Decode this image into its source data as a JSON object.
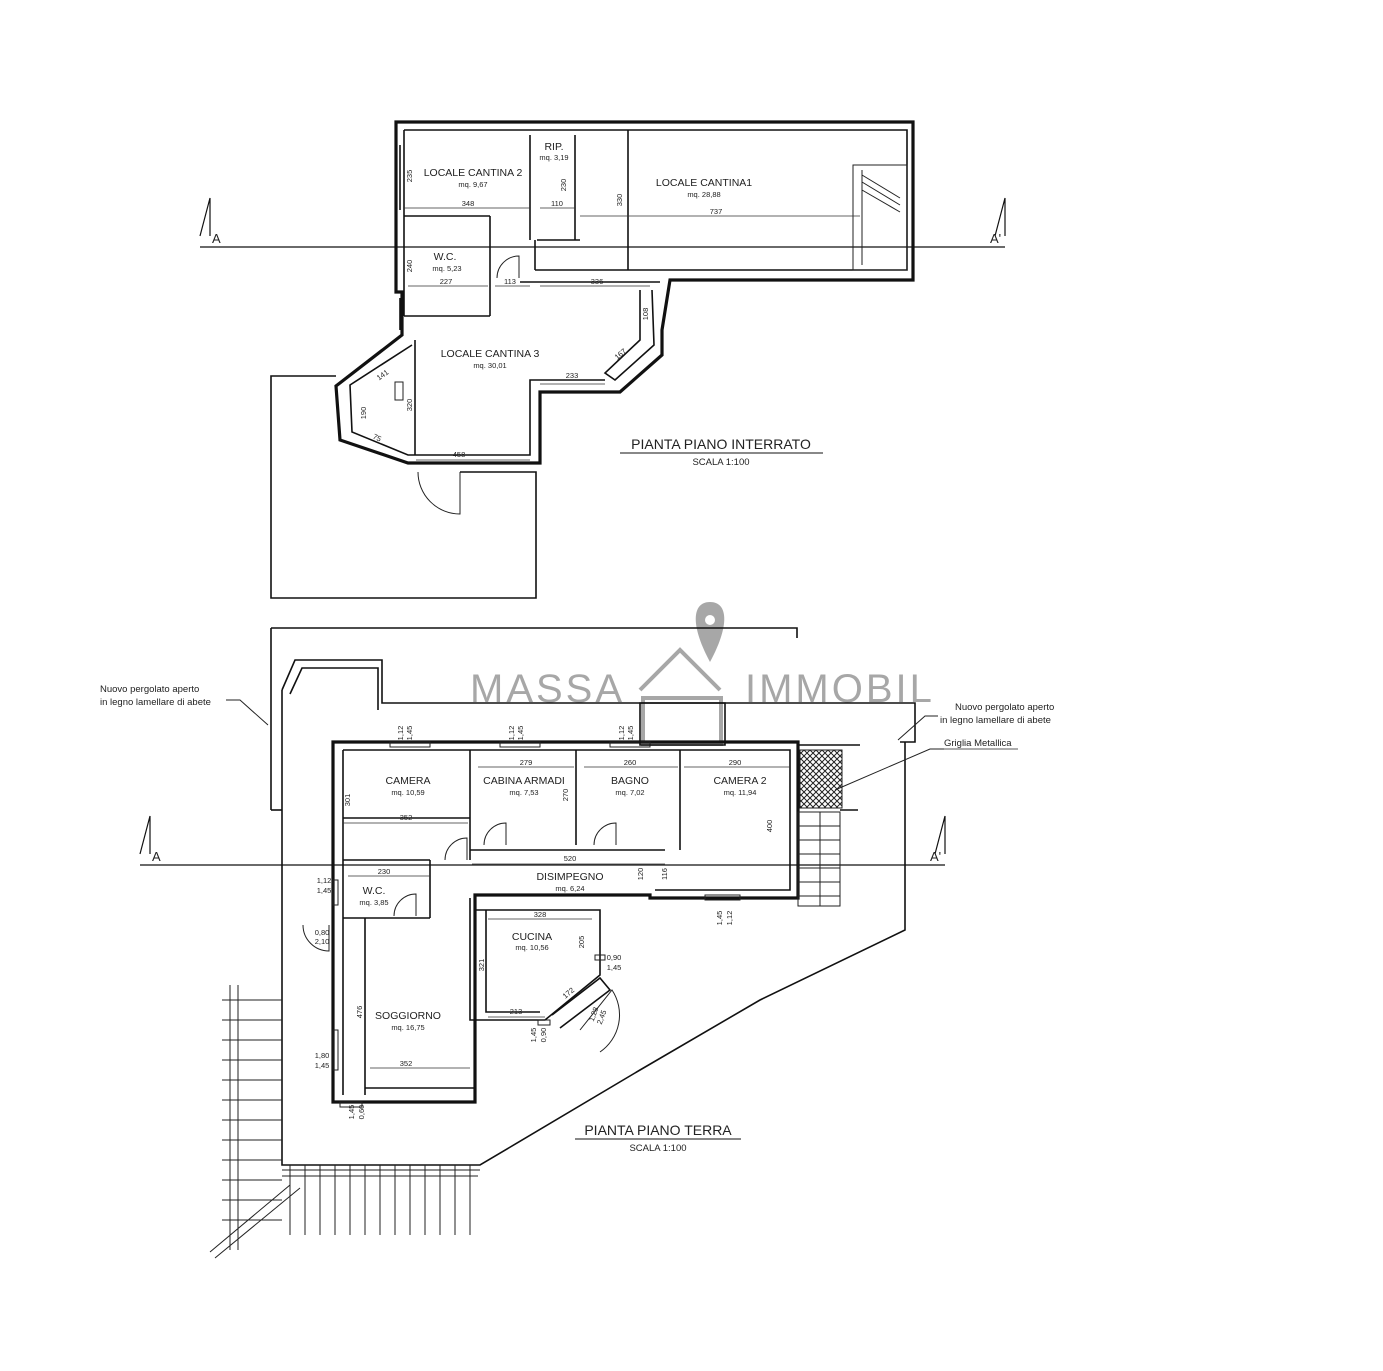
{
  "brand": {
    "name_left": "MASSA",
    "name_right": "IMMOBIL",
    "color": "#8a8a8a"
  },
  "section_marks": {
    "left": "A",
    "right": "A'"
  },
  "basement": {
    "title": "PIANTA PIANO INTERRATO",
    "scale": "SCALA 1:100",
    "rooms": [
      {
        "id": "cantina2",
        "name": "LOCALE CANTINA 2",
        "area": "mq. 9,67"
      },
      {
        "id": "rip",
        "name": "RIP.",
        "area": "mq. 3,19"
      },
      {
        "id": "cantina1",
        "name": "LOCALE CANTINA1",
        "area": "mq. 28,88"
      },
      {
        "id": "wc",
        "name": "W.C.",
        "area": "mq. 5,23"
      },
      {
        "id": "cantina3",
        "name": "LOCALE CANTINA 3",
        "area": "mq. 30,01"
      }
    ],
    "dimensions": [
      "348",
      "110",
      "737",
      "330",
      "230",
      "235",
      "240",
      "227",
      "113",
      "336",
      "108",
      "167",
      "233",
      "141",
      "190",
      "75",
      "320",
      "458"
    ]
  },
  "ground": {
    "title": "PIANTA PIANO TERRA",
    "scale": "SCALA 1:100",
    "rooms": [
      {
        "id": "camera",
        "name": "CAMERA",
        "area": "mq. 10,59"
      },
      {
        "id": "cabina",
        "name": "CABINA ARMADI",
        "area": "mq. 7,53"
      },
      {
        "id": "bagno",
        "name": "BAGNO",
        "area": "mq. 7,02"
      },
      {
        "id": "camera2",
        "name": "CAMERA 2",
        "area": "mq. 11,94"
      },
      {
        "id": "disimpegno",
        "name": "DISIMPEGNO",
        "area": "mq. 6,24"
      },
      {
        "id": "wc",
        "name": "W.C.",
        "area": "mq. 3,85"
      },
      {
        "id": "cucina",
        "name": "CUCINA",
        "area": "mq. 10,56"
      },
      {
        "id": "soggiorno",
        "name": "SOGGIORNO",
        "area": "mq. 16,75"
      }
    ],
    "dimensions": [
      "279",
      "260",
      "290",
      "352",
      "301",
      "270",
      "400",
      "520",
      "230",
      "120",
      "116",
      "328",
      "205",
      "321",
      "213",
      "172",
      "476",
      "352"
    ],
    "openings": [
      "1,12",
      "1,45",
      "0,80",
      "2,10",
      "0,90",
      "1,80",
      "1,28",
      "2,45",
      "0,60"
    ],
    "annotations": {
      "pergola_left_1": "Nuovo pergolato aperto",
      "pergola_left_2": "in legno lamellare di abete",
      "pergola_right_1": "Nuovo pergolato aperto",
      "pergola_right_2": "in legno lamellare di abete",
      "grid": "Griglia Metallica"
    }
  }
}
